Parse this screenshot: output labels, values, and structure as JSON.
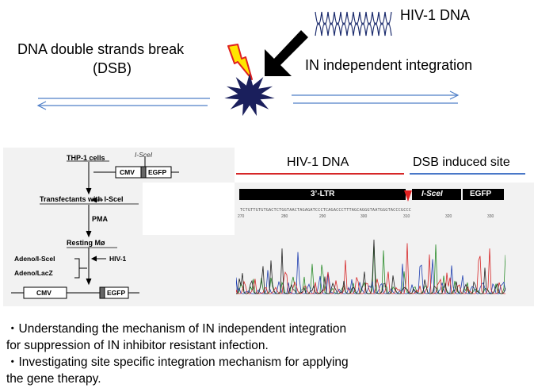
{
  "top": {
    "hiv_label": "HIV-1 DNA",
    "dsb_line1": "DNA double strands break",
    "dsb_line2": "(DSB)",
    "in_label": "IN independent integration"
  },
  "scheme": {
    "thp1": "THP-1 cells",
    "isce1": "I-SceI",
    "cmv": "CMV",
    "egfp": "EGFP",
    "transfectants": "Transfectants with I-SceI",
    "pma": "PMA",
    "resting": "Resting Mø",
    "adeno_isce": "Adeno/I-SceI",
    "adeno_lacz": "Adeno/LacZ",
    "hiv1": "HIV-1",
    "cmv2": "CMV",
    "egfp2": "EGFP"
  },
  "legend": {
    "hiv": "HIV-1 DNA",
    "dsb": "DSB induced site",
    "hiv_color": "#d62728",
    "dsb_color": "#4a78c8"
  },
  "seq": {
    "ltr": "3’-LTR",
    "isce": "I-SceI",
    "egfp": "EGFP",
    "letters": "TCTGTTGTGTGACTCTGGTAACTAGAGATCCCTCAGACCCTTTAGCAGGGTAATGGGTACCCGCCC",
    "ticks": [
      "270",
      "280",
      "290",
      "300",
      "310",
      "320",
      "330"
    ]
  },
  "bullets": [
    "・Understanding the mechanism of IN independent integration",
    "for suppression of IN inhibitor resistant infection.",
    "・Investigating  site specific integration mechanism for applying",
    "the gene therapy."
  ],
  "colors": {
    "arrow_blue": "#4f7fc8",
    "star_fill": "#1a1f5c",
    "bolt_fill": "#ffe600",
    "bolt_stroke": "#e02020",
    "panel_bg": "#f2f2f2"
  }
}
